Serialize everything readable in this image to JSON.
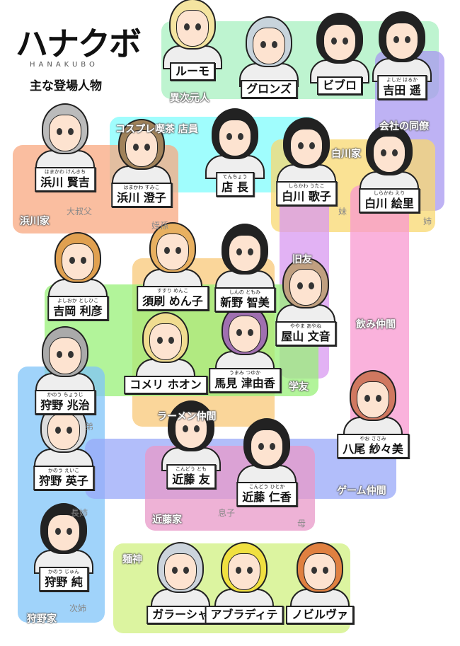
{
  "title": {
    "logo": "ハナクボ",
    "romaji": "HANAKUBO",
    "subtitle": "主な登場人物"
  },
  "groups": [
    {
      "id": "ijigen",
      "label": "異次元人",
      "color": "#a8f0c0"
    },
    {
      "id": "kaisha",
      "label": "会社の同僚",
      "color": "#a898f0"
    },
    {
      "id": "cosplay",
      "label": "コスプレ喫茶 店員",
      "color": "#80fcfc"
    },
    {
      "id": "hamakawa",
      "label": "浜川家",
      "color": "#f8a880"
    },
    {
      "id": "shirakawa",
      "label": "白川家",
      "color": "#f8d870"
    },
    {
      "id": "kyuyu",
      "label": "旧友",
      "color": "#d898f0"
    },
    {
      "id": "nomi",
      "label": "飲み仲間",
      "color": "#f898d0"
    },
    {
      "id": "ramen",
      "label": "ラーメン仲間",
      "color": "#f8c878"
    },
    {
      "id": "gakuyu",
      "label": "学友",
      "color": "#98f078"
    },
    {
      "id": "kano",
      "label": "狩野家",
      "color": "#80c4f8"
    },
    {
      "id": "game",
      "label": "ゲーム仲間",
      "color": "#98a8f8"
    },
    {
      "id": "kondo",
      "label": "近藤家",
      "color": "#e898c8"
    },
    {
      "id": "menshin",
      "label": "麺神",
      "color": "#d0f080"
    }
  ],
  "characters": [
    {
      "name": "ルーモ",
      "furigana": "",
      "hair": "#f4e4a0"
    },
    {
      "name": "グロンズ",
      "furigana": "",
      "hair": "#c8d4dc"
    },
    {
      "name": "ビブロ",
      "furigana": "",
      "hair": "#222"
    },
    {
      "name": "吉田 遥",
      "furigana": "よしだ はるか",
      "hair": "#222"
    },
    {
      "name": "浜川 賢吉",
      "furigana": "はまかわ けんきち",
      "hair": "#bbb"
    },
    {
      "name": "浜川 澄子",
      "furigana": "はまかわ すみこ",
      "hair": "#a0825a"
    },
    {
      "name": "店 長",
      "furigana": "てんちょう",
      "hair": "#222"
    },
    {
      "name": "白川 歌子",
      "furigana": "しらかわ うたこ",
      "hair": "#222"
    },
    {
      "name": "白川 絵里",
      "furigana": "しらかわ えり",
      "hair": "#222"
    },
    {
      "name": "吉岡 利彦",
      "furigana": "よしおか としひこ",
      "hair": "#e0a050"
    },
    {
      "name": "須刷 めん子",
      "furigana": "すすり めんこ",
      "hair": "#e8b060"
    },
    {
      "name": "新野 智美",
      "furigana": "しんの ともみ",
      "hair": "#222"
    },
    {
      "name": "屋山 文音",
      "furigana": "ややま あやね",
      "hair": "#c0a080"
    },
    {
      "name": "コメリ ホオン",
      "furigana": "",
      "hair": "#f0dc90"
    },
    {
      "name": "馬見 津由香",
      "furigana": "うまみ つゆか",
      "hair": "#a070b0"
    },
    {
      "name": "狩野 兆治",
      "furigana": "かのう ちょうじ",
      "hair": "#aaa"
    },
    {
      "name": "八尾 紗々美",
      "furigana": "やお ささみ",
      "hair": "#d07860"
    },
    {
      "name": "狩野 英子",
      "furigana": "かのう えいこ",
      "hair": "#ddd"
    },
    {
      "name": "近藤 友",
      "furigana": "こんどう とも",
      "hair": "#222"
    },
    {
      "name": "近藤 仁香",
      "furigana": "こんどう ひとか",
      "hair": "#222"
    },
    {
      "name": "狩野 純",
      "furigana": "かのう じゅん",
      "hair": "#222"
    },
    {
      "name": "ガラーシャ",
      "furigana": "",
      "hair": "#ccd4dc"
    },
    {
      "name": "アブラディテ",
      "furigana": "",
      "hair": "#f0e040"
    },
    {
      "name": "ノビルヴァ",
      "furigana": "",
      "hair": "#e08040"
    }
  ],
  "relations": [
    "大叔父",
    "姪孫",
    "妹",
    "姉",
    "弟",
    "長姉",
    "息子",
    "母",
    "次姉"
  ]
}
